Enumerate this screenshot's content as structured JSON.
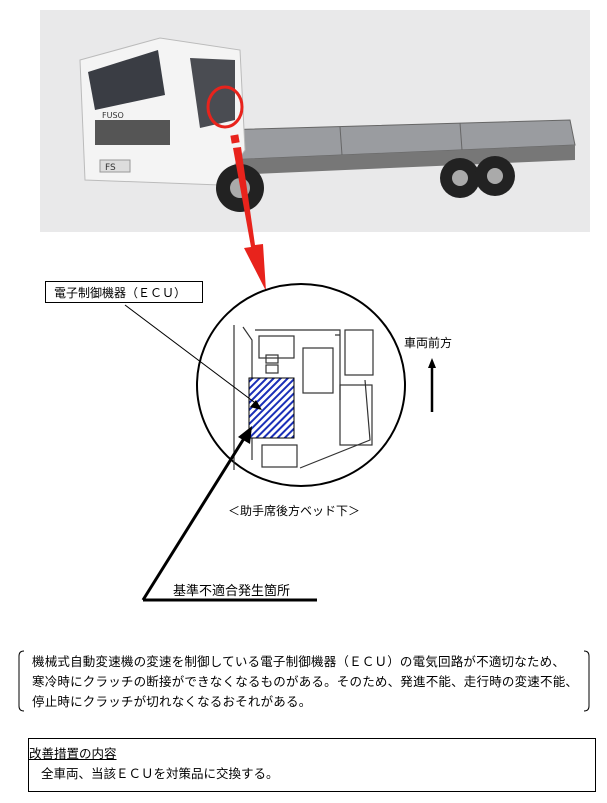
{
  "diagram": {
    "ecu_label": "電子制御機器（ＥＣＵ）",
    "location_caption": "＜助手席後方ベッド下＞",
    "direction_label": "車両前方",
    "defect_location_label": "基準不適合発生箇所",
    "arrow_color": "#e8231c",
    "hatch_color": "#1a2fb8",
    "truck_badge": "FS",
    "truck_brand": "FUSO"
  },
  "cause": {
    "lines": [
      "機械式自動変速機の変速を制御している電子制御機器（ＥＣＵ）の電気回路が不適切なため、",
      "寒冷時にクラッチの断接ができなくなるものがある。そのため、発進不能、走行時の変速不能、",
      "停止時にクラッチが切れなくなるおそれがある。"
    ]
  },
  "remedy": {
    "heading": "改善措置の内容",
    "body": "全車両、当該ＥＣＵを対策品に交換する。"
  }
}
